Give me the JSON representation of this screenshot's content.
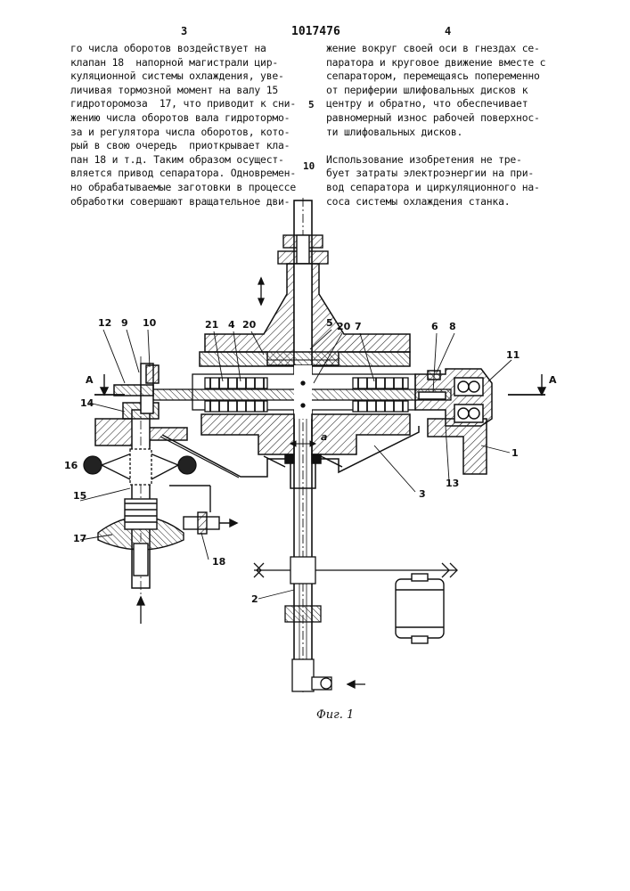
{
  "header": {
    "page_left": "3",
    "patent_number": "1017476",
    "page_right": "4"
  },
  "left_column": [
    "го числа оборотов воздействует на",
    "клапан 18  напорной магистрали цир-",
    "куляционной системы охлаждения, уве-",
    "личивая тормозной момент на валу 15",
    "гидроторомоза  17, что приводит к сни-",
    "жению числа оборотов вала гидротормо-",
    "за и регулятора числа оборотов, кото-",
    "рый в свою очередь  приоткрывает кла-",
    "пан 18 и т.д. Таким образом осущест-",
    "вляется привод сепаратора. Одновремен-",
    "но обрабатываемые заготовки в процессе",
    "обработки совершают вращательное дви-"
  ],
  "right_column": [
    "жение вокруг своей оси в гнездах се-",
    "паратора и круговое движение вместе с",
    "сепаратором, перемещаясь попеременно",
    "от периферии шлифовальных дисков к",
    "центру и обратно, что обеспечивает",
    "равномерный износ рабочей поверхнос-",
    "ти шлифовальных дисков.",
    "",
    "Использование изобретения не тре-",
    "бует затраты электроэнергии на при-",
    "вод сепаратора и циркуляционного на-",
    "соса системы охлаждения станка."
  ],
  "line_numbers": [
    "5",
    "10"
  ],
  "figure": {
    "caption": "Фиг. 1",
    "labels": {
      "l1": "1",
      "l2": "2",
      "l3": "3",
      "l4": "4",
      "l5": "5",
      "l6": "6",
      "l7": "7",
      "l8": "8",
      "l9": "9",
      "l10": "10",
      "l11": "11",
      "l12": "12",
      "l13": "13",
      "l14": "14",
      "l15": "15",
      "l16": "16",
      "l17": "17",
      "l18": "18",
      "l20a": "20",
      "l20b": "20",
      "l21": "21",
      "sectA_left": "А",
      "sectA_right": "А",
      "dim_a": "a"
    }
  }
}
